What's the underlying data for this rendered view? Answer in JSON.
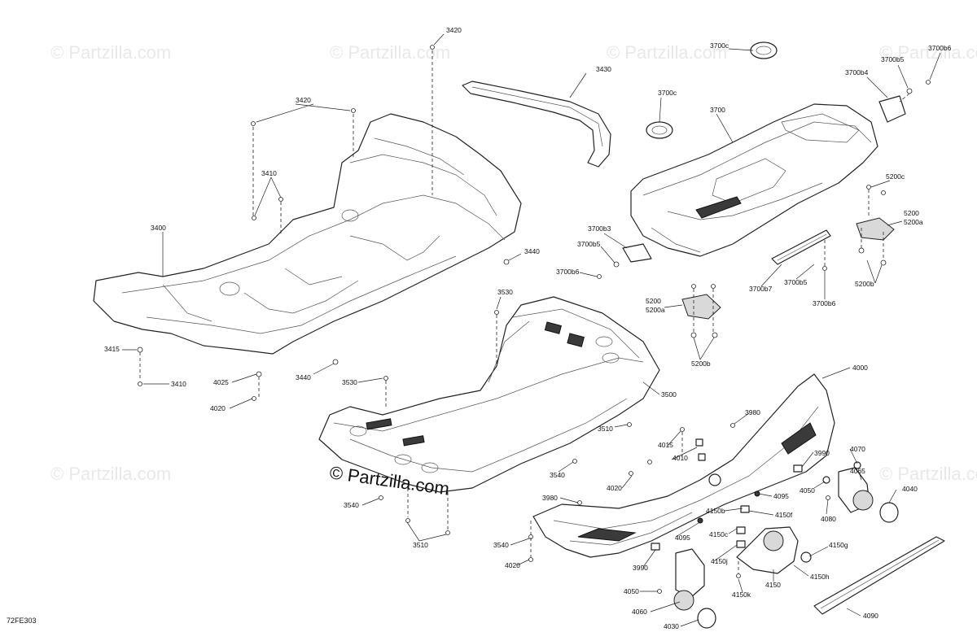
{
  "watermark": "© Partzilla.com",
  "brand_logo": "© Partzilla.com",
  "diagram_code": "72FE303",
  "callouts": [
    "3420",
    "3420",
    "3430",
    "3410",
    "3400",
    "3440",
    "3415",
    "3410",
    "4025",
    "4020",
    "3440",
    "3530",
    "3530",
    "3500",
    "3510",
    "3540",
    "3540",
    "3510",
    "3540",
    "4020",
    "3700c",
    "3700c",
    "3700",
    "3700b4",
    "3700b5",
    "3700b6",
    "3700b3",
    "3700b5",
    "3700b6",
    "3700b7",
    "3700b5",
    "3700b6",
    "5200c",
    "5200",
    "5200a",
    "5200b",
    "5200",
    "5200a",
    "5200b",
    "4000",
    "3980",
    "3990",
    "4070",
    "4065",
    "4050",
    "4040",
    "4080",
    "4015",
    "4010",
    "4020",
    "4095",
    "3980",
    "4150b",
    "4150f",
    "4150c",
    "4095",
    "4150g",
    "4150j",
    "4150h",
    "4150",
    "4150k",
    "3990",
    "4050",
    "4060",
    "4030",
    "4090"
  ]
}
